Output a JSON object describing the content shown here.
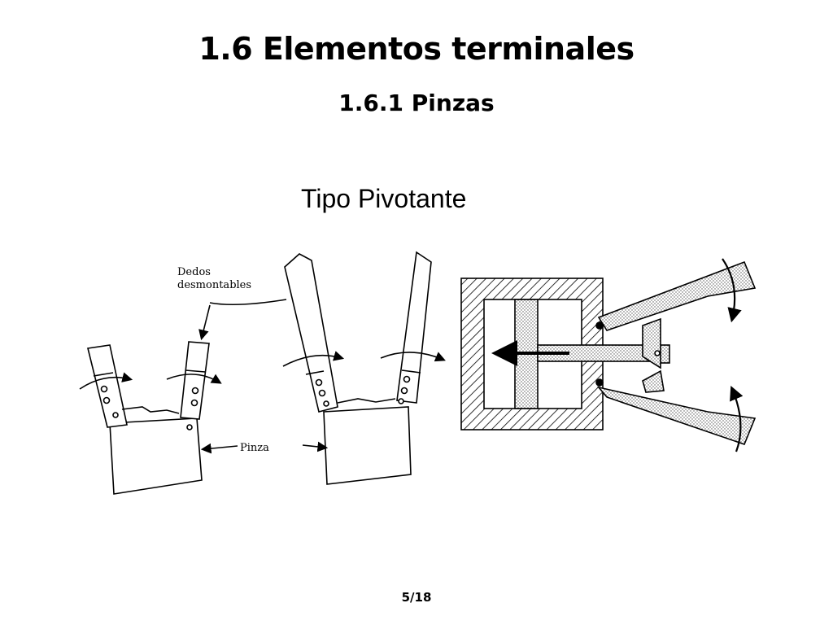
{
  "slide": {
    "title": "1.6 Elementos terminales",
    "subtitle": "1.6.1 Pinzas",
    "caption": "Tipo Pivotante",
    "page_number": "5/18"
  },
  "diagram_left": {
    "label_fingers_line1": "Dedos",
    "label_fingers_line2": "desmontables",
    "label_gripper": "Pinza"
  }
}
